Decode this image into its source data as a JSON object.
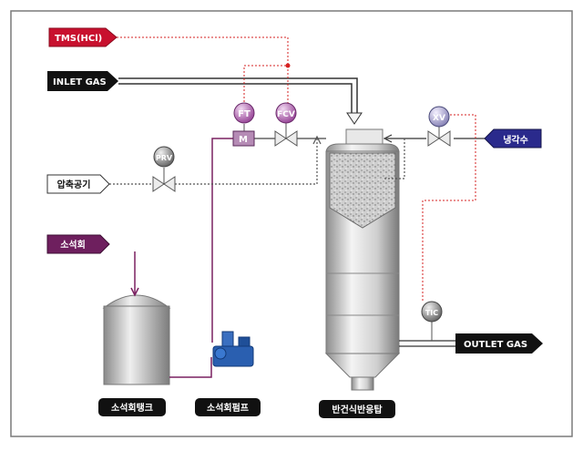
{
  "tags": {
    "tms": "TMS(HCl)",
    "inlet_gas": "INLET GAS",
    "cooling_water": "냉각수",
    "compressed_air": "압축공기",
    "hydrated_lime": "소석회",
    "outlet_gas": "OUTLET GAS"
  },
  "instruments": {
    "ft": "FT",
    "fcv": "FCV",
    "xv": "XV",
    "prv": "PRV",
    "tic": "TIC",
    "motor": "M"
  },
  "equipment": {
    "lime_tank": "소석회탱크",
    "lime_pump": "소석회펌프",
    "reactor": "반건식반응탑"
  },
  "colors": {
    "tms_tag": "#c8102e",
    "cooling_tag": "#2a2a8c",
    "lime_tag": "#6e1f5e",
    "black_tag": "#111111",
    "signal_line": "#d62020",
    "lime_line": "#7a2060",
    "instrument_bubble": "#b06ab0",
    "pump_body": "#2a5fb0"
  }
}
